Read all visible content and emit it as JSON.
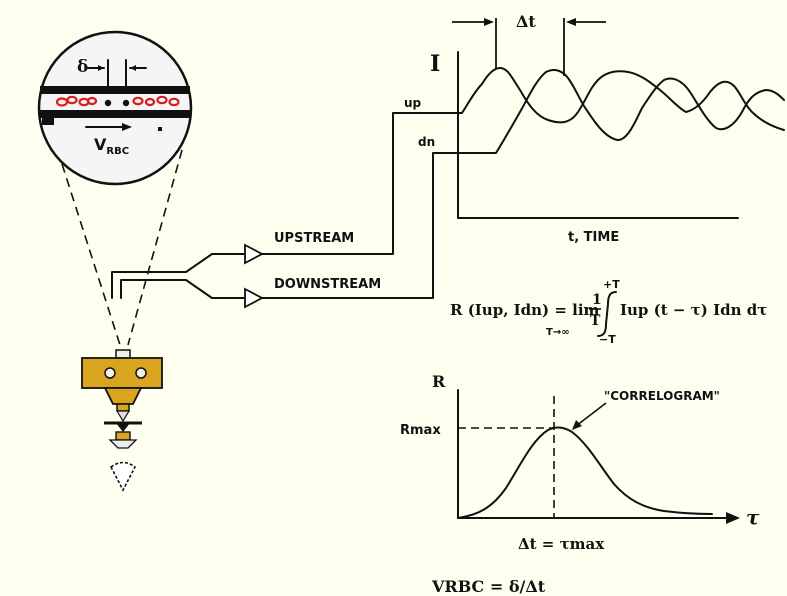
{
  "colors": {
    "background": "#fffff0",
    "ink": "#111111",
    "rbc_red": "#d81b1b",
    "microscope_body": "#d9a51e"
  },
  "inset": {
    "delta_label": "δ",
    "velocity_label": "V",
    "velocity_subscript": "RBC"
  },
  "signals": {
    "upstream_label": "UPSTREAM",
    "downstream_label": "DOWNSTREAM"
  },
  "top_plot": {
    "y_label": "I",
    "up_label": "up",
    "dn_label": "dn",
    "x_label": "t, TIME",
    "delta_t_label": "Δt"
  },
  "equation": {
    "lhs": "R (Iup, Idn) = lim",
    "limit": "T→∞",
    "fraction_num": "1",
    "fraction_den": "T",
    "upper_bound": "+T",
    "lower_bound": "−T",
    "integrand": "Iup (t − τ) Idn dτ"
  },
  "correlogram": {
    "y_label": "R",
    "rmax_label": "Rmax",
    "curve_label": "\"CORRELOGRAM\"",
    "x_label": "τ",
    "peak_label": "Δt = τmax"
  },
  "velocity_formula": "VRBC = δ/Δt"
}
